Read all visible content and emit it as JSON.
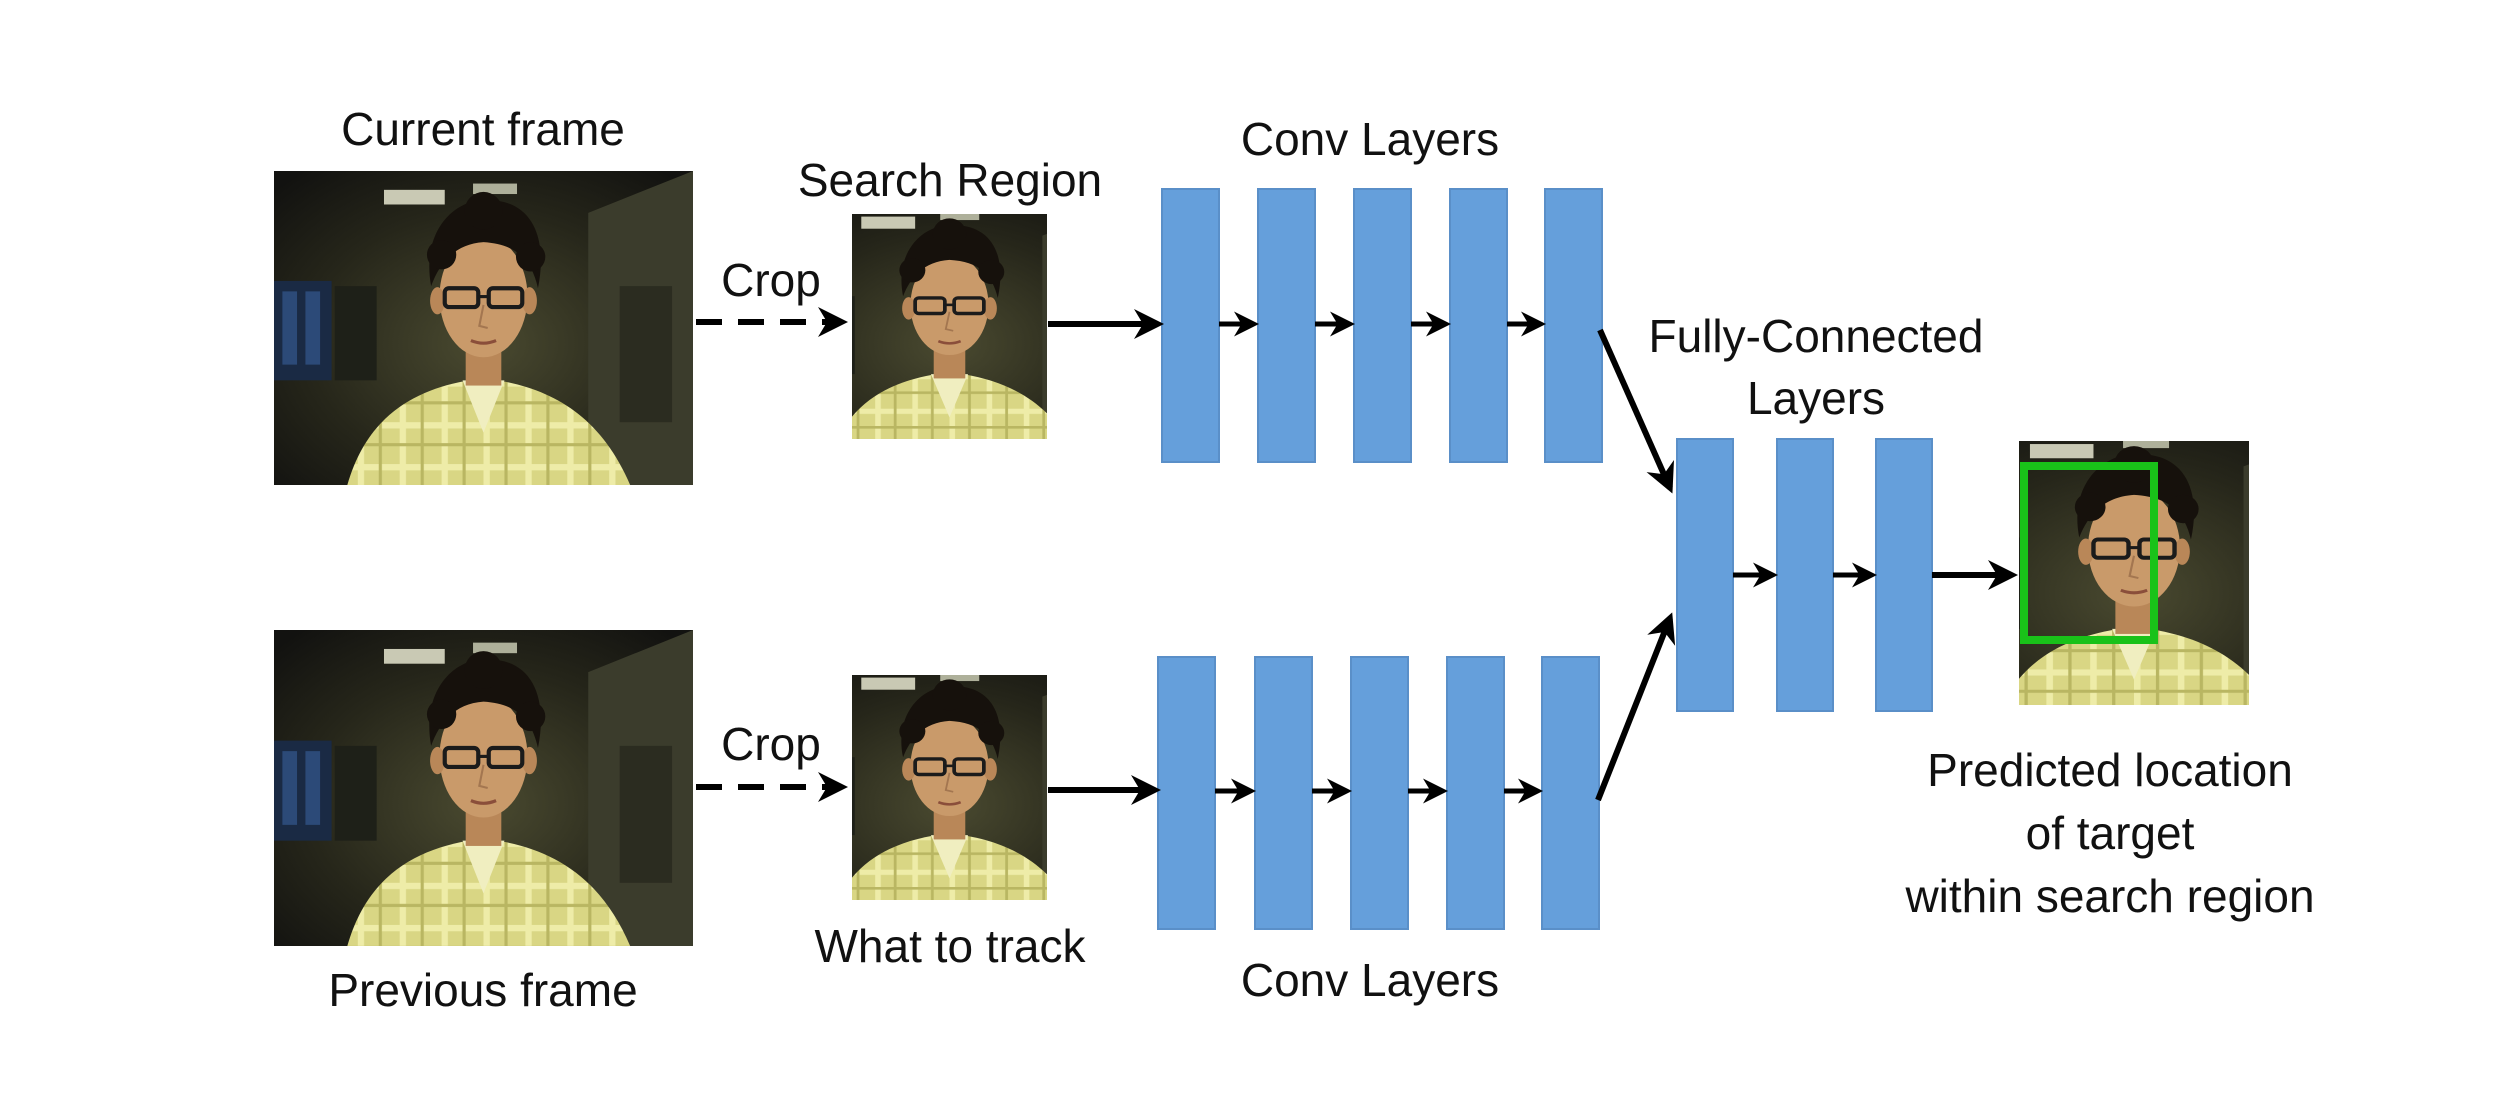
{
  "labels": {
    "current_frame": "Current frame",
    "previous_frame": "Previous frame",
    "crop_top": "Crop",
    "crop_bottom": "Crop",
    "search_region": "Search Region",
    "what_to_track": "What to track",
    "conv_layers_top": "Conv Layers",
    "conv_layers_bottom": "Conv Layers",
    "fc_line1": "Fully-Connected",
    "fc_line2": "Layers",
    "pred_line1": "Predicted location",
    "pred_line2": "of target",
    "pred_line3": "within search region"
  },
  "colors": {
    "layer_fill": "#659fdb",
    "layer_stroke": "#5a8fc8",
    "arrow": "#000000",
    "box": "#19c219",
    "background": "#ffffff"
  },
  "counts": {
    "conv_layers_per_branch": 5,
    "fc_layers": 3
  }
}
